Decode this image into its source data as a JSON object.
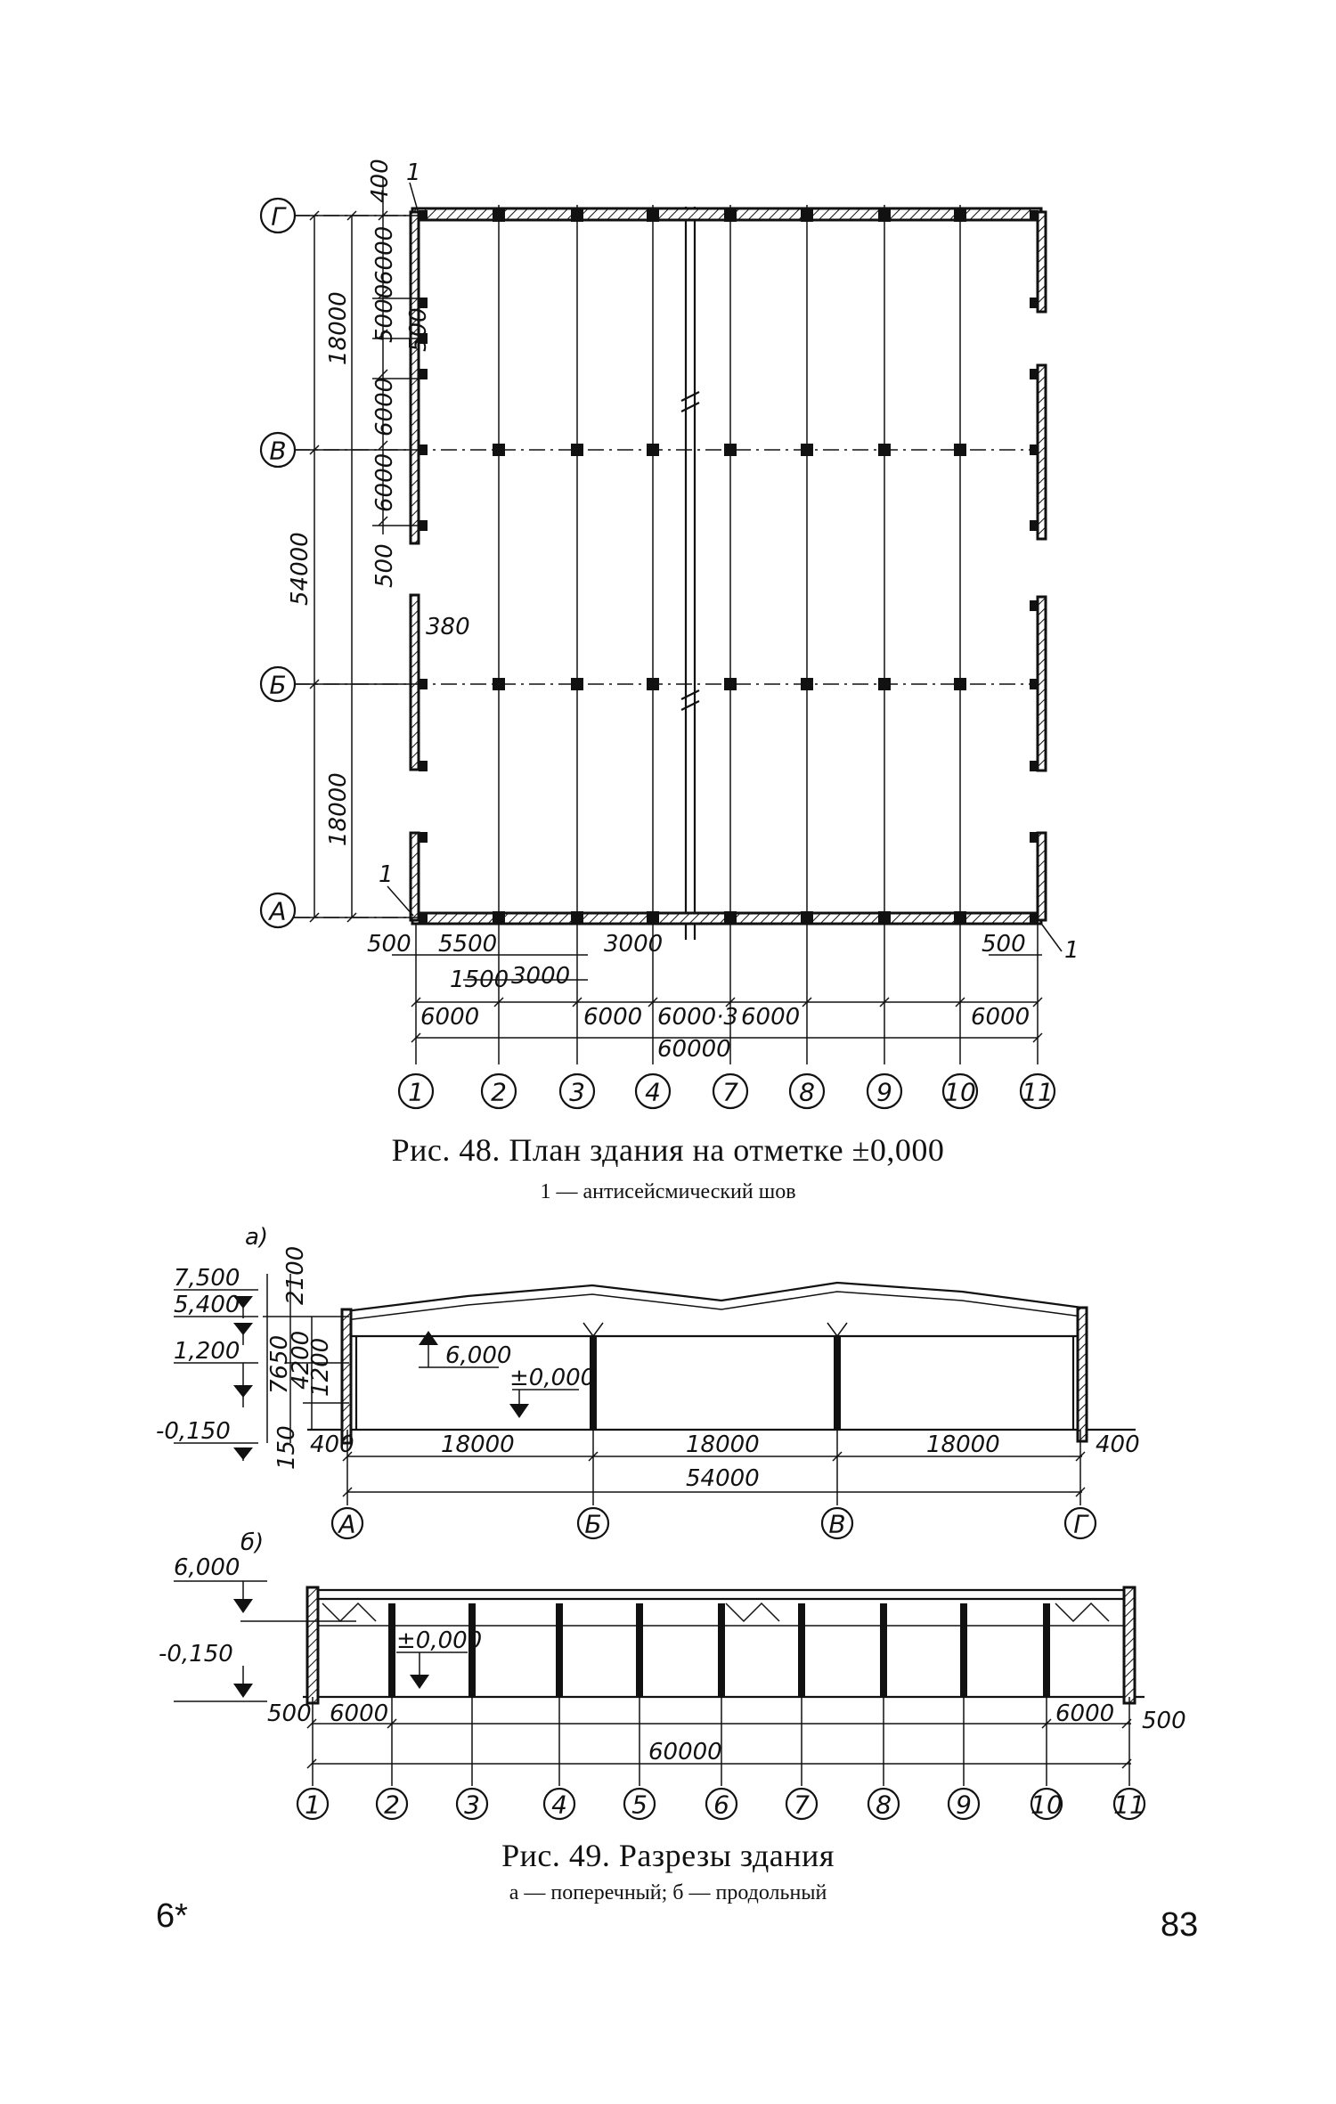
{
  "fig48": {
    "caption": "Рис. 48. План здания на отметке ±0,000",
    "legend": "1 — антисейсмический шов",
    "row_axes": [
      "Г",
      "В",
      "Б",
      "А"
    ],
    "col_axes": [
      "1",
      "2",
      "3",
      "4",
      "7",
      "8",
      "9",
      "10",
      "11"
    ],
    "left_dims": {
      "d400": "400",
      "d6000a": "6000",
      "d5000": "5000",
      "d500a": "500",
      "d6000b": "6000",
      "d6000c": "6000",
      "d500b": "500",
      "d18000a": "18000",
      "d54000": "54000",
      "d18000b": "18000",
      "d380": "380"
    },
    "bottom_dims": {
      "d500l": "500",
      "d5500": "5500",
      "d3000a": "3000",
      "d1500": "1500",
      "d3000b": "3000",
      "d500r": "500",
      "d6000a": "6000",
      "d6000b": "6000",
      "d6000x3": "6000·3",
      "d6000c": "6000",
      "d6000d": "6000",
      "d60000": "60000"
    },
    "marker": "1"
  },
  "fig49": {
    "caption": "Рис. 49. Разрезы здания",
    "legend": "а — поперечный;  б — продольный",
    "a": {
      "label": "а)",
      "levels": [
        "7,500",
        "5,400",
        "1,200",
        "-0,150"
      ],
      "vert_dims": [
        "2100",
        "7650",
        "4200",
        "1200",
        "150"
      ],
      "inner_levels": [
        "6,000",
        "±0,000"
      ],
      "spans": [
        "18000",
        "18000",
        "18000"
      ],
      "total": "54000",
      "edge_dims": [
        "400",
        "400"
      ],
      "axes": [
        "А",
        "Б",
        "В",
        "Г"
      ]
    },
    "b": {
      "label": "б)",
      "levels": [
        "6,000",
        "-0,150"
      ],
      "inner_level": "±0,000",
      "edge_dims": [
        "500",
        "6000",
        "6000",
        "500"
      ],
      "total": "60000",
      "axes": [
        "1",
        "2",
        "3",
        "4",
        "5",
        "6",
        "7",
        "8",
        "9",
        "10",
        "11"
      ]
    }
  },
  "page": {
    "left_mark": "6*",
    "number": "83"
  }
}
